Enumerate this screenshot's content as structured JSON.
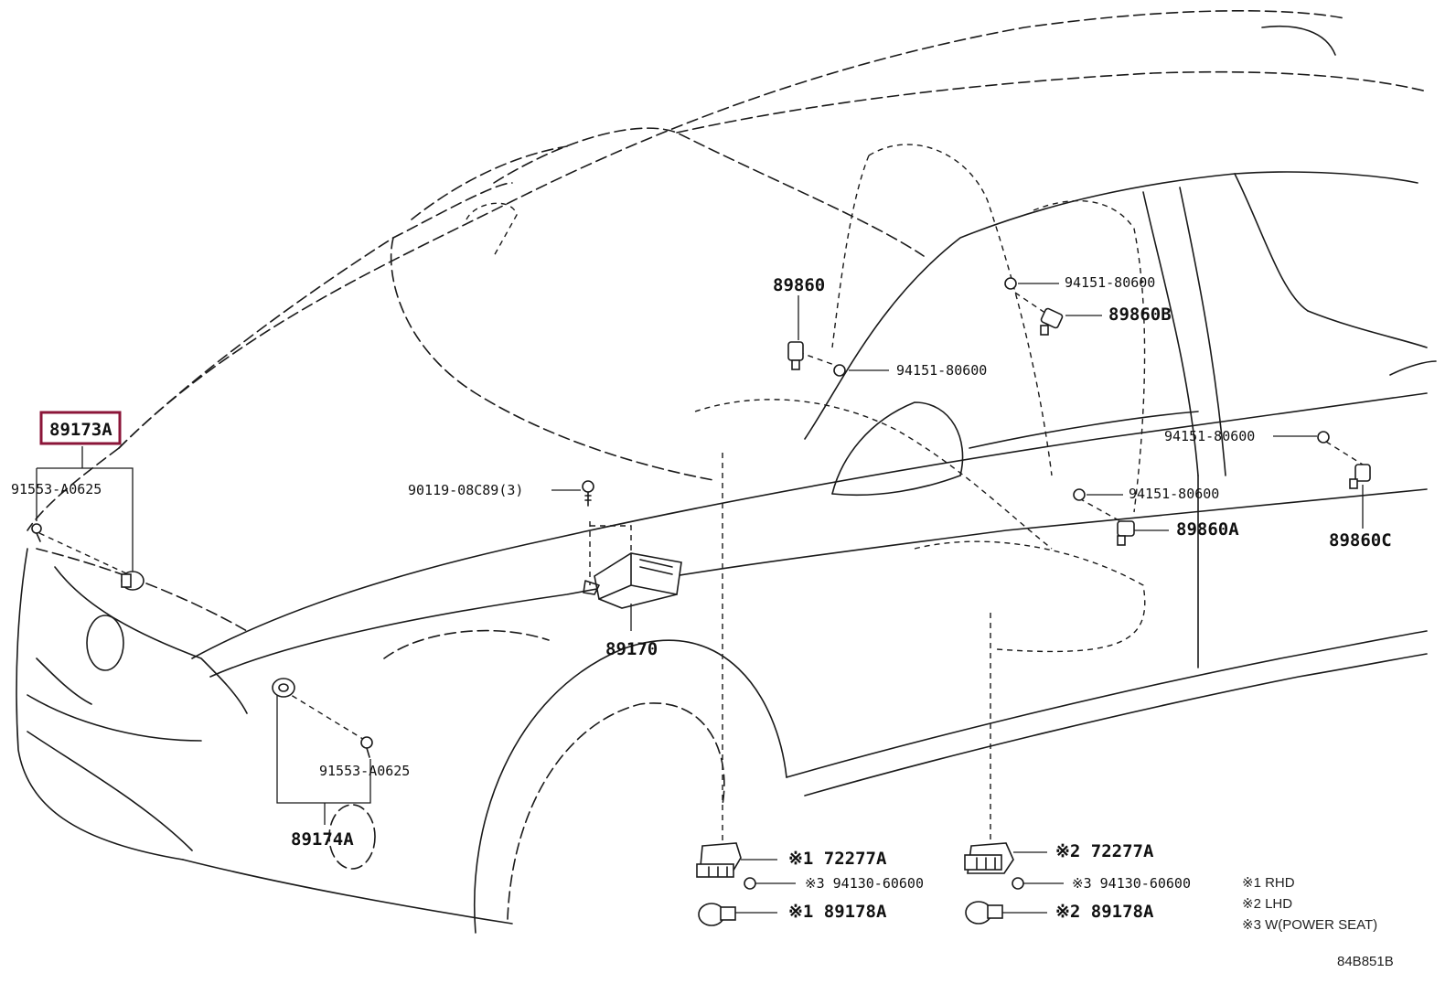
{
  "highlight_color": "#8b1538",
  "labels": {
    "p89173a": "89173A",
    "p91553_top": "91553-A0625",
    "p90119": "90119-08C89(3)",
    "p89860": "89860",
    "p94151_a": "94151-80600",
    "p94151_b": "94151-80600",
    "p89860b": "89860B",
    "p94151_c": "94151-80600",
    "p94151_d": "94151-80600",
    "p89860a": "89860A",
    "p89860c": "89860C",
    "p89170": "89170",
    "p91553_bot": "91553-A0625",
    "p89174a": "89174A",
    "r1_72277a": "※1 72277A",
    "r3_94130_left": "※3 94130-60600",
    "r1_89178a": "※1 89178A",
    "r2_72277a": "※2 72277A",
    "r3_94130_right": "※3 94130-60600",
    "r2_89178a": "※2 89178A"
  },
  "legend": {
    "note1": "※1 RHD",
    "note2": "※2 LHD",
    "note3": "※3 W(POWER SEAT)"
  },
  "diagram_id": "84B851B"
}
